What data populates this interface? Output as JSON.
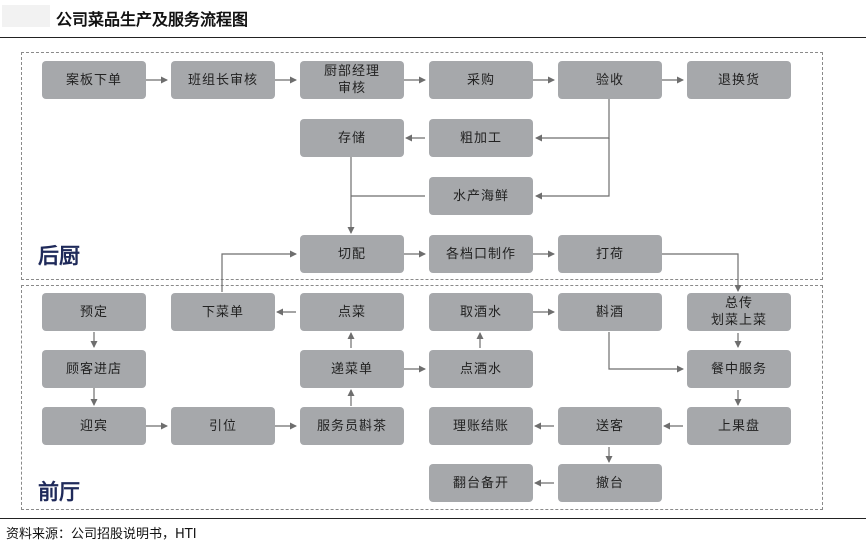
{
  "title": "公司菜品生产及服务流程图",
  "source": "资料来源：公司招股说明书，HTI",
  "regions": {
    "back_kitchen": "后厨",
    "front_hall": "前厅"
  },
  "nodes": {
    "an_ban_xia_dan": "案板下单",
    "ban_zu_zhang_shen_he": "班组长审核",
    "chu_bu_jing_li_shen_he": "厨部经理\n审核",
    "cai_gou": "采购",
    "yan_shou": "验收",
    "tui_huan_huo": "退换货",
    "cun_chu": "存储",
    "cu_jia_gong": "粗加工",
    "shui_chan_hai_xian": "水产海鲜",
    "qie_pei": "切配",
    "ge_dang_kou_zhi_zuo": "各档口制作",
    "da_he": "打荷",
    "yu_ding": "预定",
    "xia_cai_dan": "下菜单",
    "dian_cai": "点菜",
    "qu_jiu_shui": "取酒水",
    "zhen_jiu": "斟酒",
    "zong_chuan_hua_cai_shang_cai": "总传\n划菜上菜",
    "gu_ke_jin_dian": "顾客进店",
    "di_cai_dan": "递菜单",
    "dian_jiu_shui": "点酒水",
    "can_zhong_fu_wu": "餐中服务",
    "ying_bin": "迎宾",
    "yin_wei": "引位",
    "fu_wu_yuan_zhen_cha": "服务员斟茶",
    "li_zhang_jie_zhang": "理账结账",
    "song_ke": "送客",
    "shang_guo_pan": "上果盘",
    "fan_tai_bei_kai": "翻台备开",
    "ban_tai": "撤台"
  },
  "colors": {
    "box_fill": "#a6a8ab",
    "line": "#6e6e6e",
    "region_border": "#8a8a8a",
    "region_label": "#1f2a5a"
  }
}
